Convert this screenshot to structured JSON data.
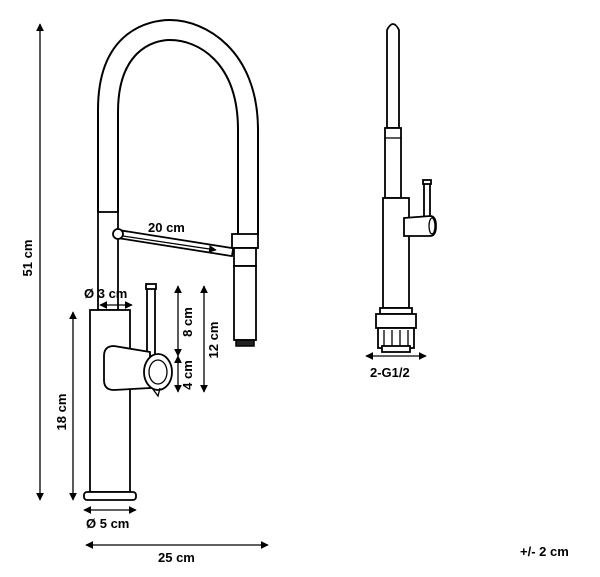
{
  "dimensions": {
    "height_total": "51 cm",
    "height_base": "18 cm",
    "spray_reach": "20 cm",
    "neck_diameter": "Ø 3 cm",
    "handle_height": "8 cm",
    "lever_height": "12 cm",
    "handle_offset": "4 cm",
    "base_diameter": "Ø 5 cm",
    "total_depth": "25 cm",
    "connection": "2-G1/2"
  },
  "tolerance": "+/- 2 cm"
}
